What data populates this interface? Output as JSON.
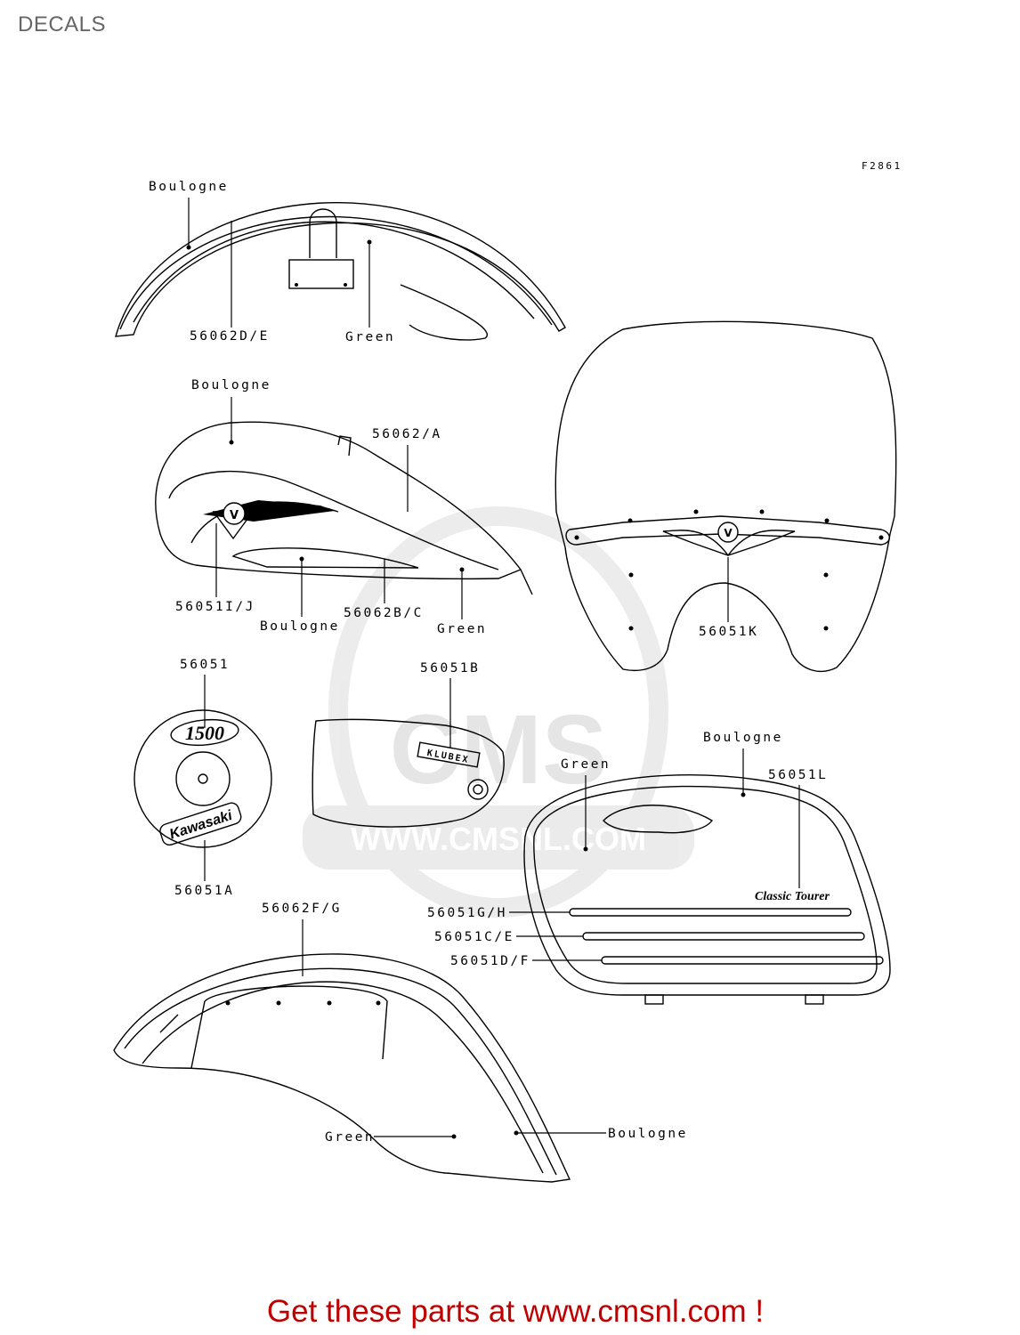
{
  "header": {
    "title": "DECALS"
  },
  "diagram": {
    "figure_code": "F2861",
    "watermark_text": "WWW.CMSNL.COM",
    "watermark_logo": "CMS",
    "callouts": {
      "front_fender_color_top": "Boulogne",
      "front_fender_stripe": "56062D/E",
      "front_fender_color_main": "Green",
      "tank_color_top": "Boulogne",
      "tank_stripe": "56062/A",
      "tank_emblem": "56051I/J",
      "tank_color_bottom": "Boulogne",
      "tank_lower_stripe": "56062B/C",
      "tank_color_main": "Green",
      "windshield_emblem": "56051K",
      "engine_cover_badge": "56051",
      "engine_cover_logo": "56051A",
      "side_cover_emblem": "56051B",
      "saddlebag_color_top": "Boulogne",
      "saddlebag_color_main": "Green",
      "saddlebag_logo": "56051L",
      "saddlebag_stripe_1": "56051G/H",
      "saddlebag_stripe_2": "56051C/E",
      "saddlebag_stripe_3": "56051D/F",
      "rear_fender_stripe": "56062F/G",
      "rear_fender_color_main": "Green",
      "rear_fender_color_edge": "Boulogne"
    },
    "emblem_text": {
      "displacement": "1500",
      "brand": "Kawasaki",
      "side_cover_badge": "KLUBEX",
      "saddlebag_script": "Classic Tourer"
    }
  },
  "footer": {
    "text": "Get these parts at www.cmsnl.com !"
  },
  "colors": {
    "title": "#666666",
    "footer": "#c00000",
    "line": "#000000",
    "watermark": "#d9d9d9"
  }
}
